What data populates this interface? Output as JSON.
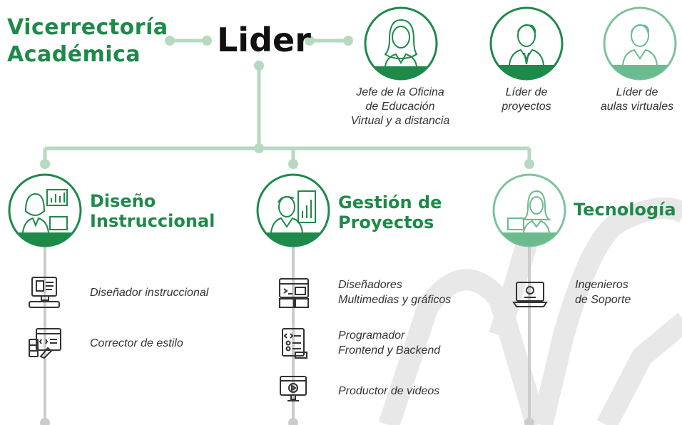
{
  "header": {
    "org_line1": "Vicerrectoría",
    "org_line2": "Académica",
    "leader": "Lider"
  },
  "roles": [
    {
      "line1": "Jefe de la Oficina",
      "line2": "de Educación",
      "line3": "Virtual y a distancia",
      "icon": "woman-avatar-icon"
    },
    {
      "line1": "Líder de",
      "line2": "proyectos",
      "icon": "man-avatar-icon"
    },
    {
      "line1": "Líder de",
      "line2": "aulas virtuales",
      "icon": "man-avatar-icon"
    }
  ],
  "areas": [
    {
      "title1": "Diseño",
      "title2": "Instruccional",
      "icon": "woman-presenting-chart-icon",
      "items": [
        {
          "line1": "Diseñador instruccional",
          "icon": "computer-workstation-icon"
        },
        {
          "line1": "Corrector de estilo",
          "icon": "style-palette-icon"
        }
      ]
    },
    {
      "title1": "Gestión de",
      "title2": "Proyectos",
      "icon": "man-with-chart-icon",
      "items": [
        {
          "line1": "Diseñadores",
          "line2": "Multimedias y gráficos",
          "icon": "multimedia-design-icon"
        },
        {
          "line1": "Programador",
          "line2": "Frontend y Backend",
          "icon": "code-document-icon"
        },
        {
          "line1": "Productor de videos",
          "icon": "video-monitor-icon"
        }
      ]
    },
    {
      "title1": "Tecnología",
      "icon": "woman-with-laptop-icon",
      "items": [
        {
          "line1": "Ingenieros",
          "line2": "de Soporte",
          "icon": "support-laptop-icon"
        }
      ]
    }
  ],
  "colors": {
    "brand_green": "#1e8a4a",
    "connector_green": "#b7d9bf",
    "stem_gray": "#c8c8c8",
    "watermark": "#e6e6e6"
  }
}
